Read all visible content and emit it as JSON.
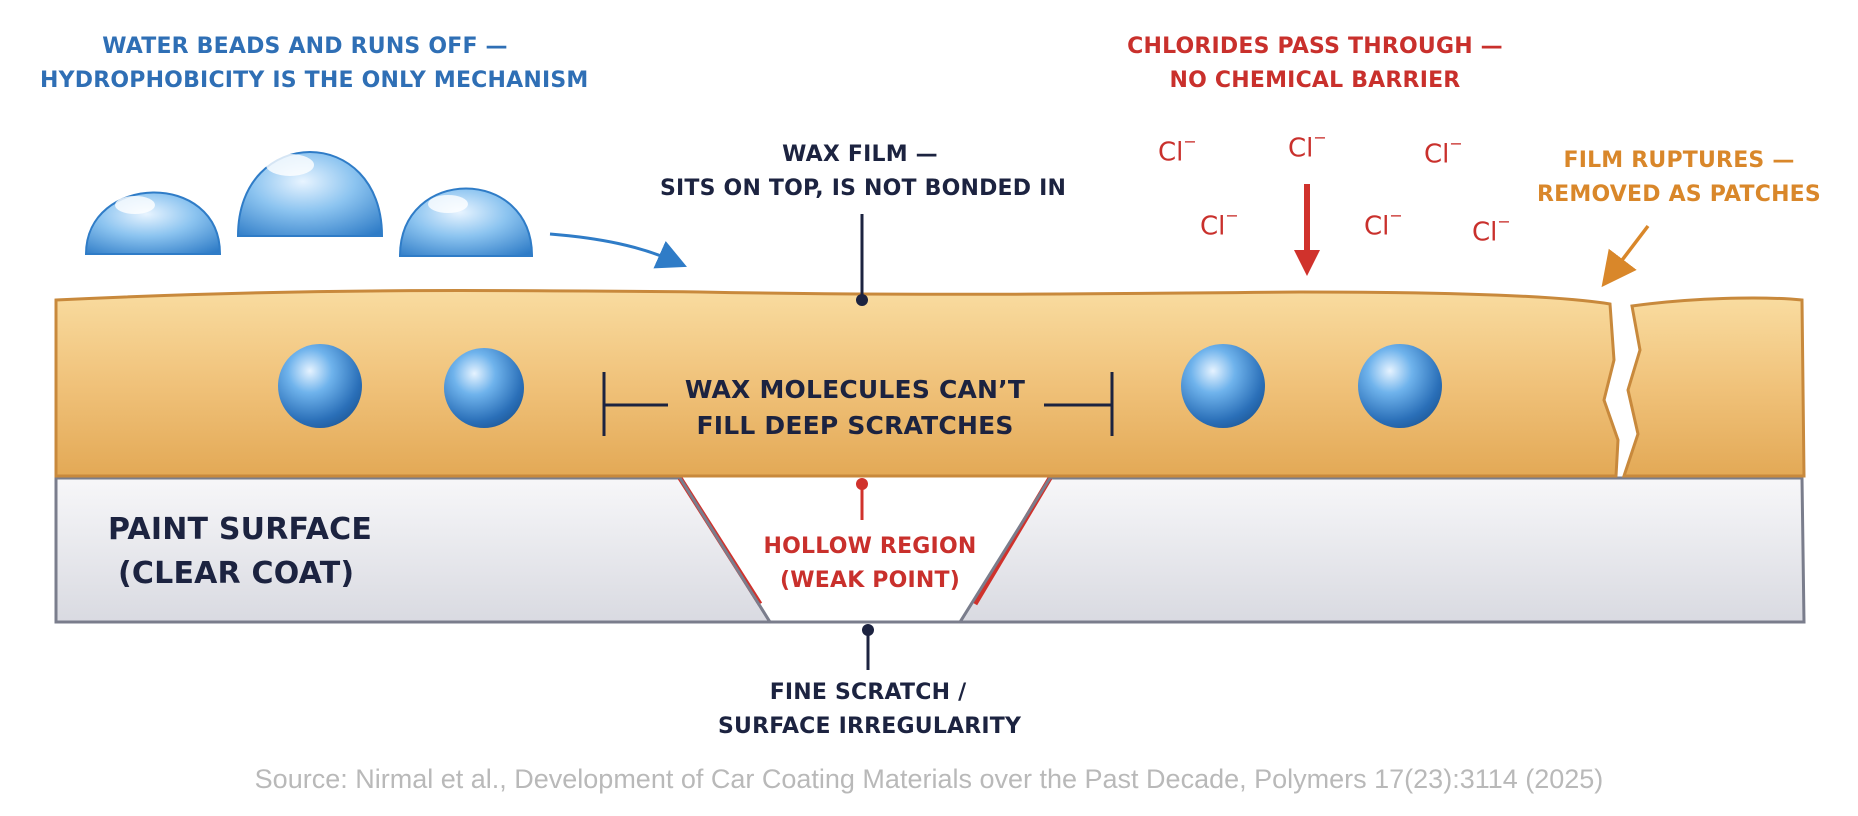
{
  "labels": {
    "water_line1": "WATER BEADS AND RUNS OFF —",
    "water_line2": "HYDROPHOBICITY IS THE ONLY MECHANISM",
    "chlorides_line1": "CHLORIDES PASS THROUGH —",
    "chlorides_line2": "NO CHEMICAL BARRIER",
    "wax_film_line1": "WAX FILM —",
    "wax_film_line2": "SITS ON TOP, IS NOT BONDED IN",
    "rupture_line1": "FILM RUPTURES —",
    "rupture_line2": "REMOVED AS PATCHES",
    "molecules_line1": "WAX MOLECULES CAN’T",
    "molecules_line2": "FILL DEEP SCRATCHES",
    "paint_line1": "PAINT SURFACE",
    "paint_line2": "(CLEAR COAT)",
    "hollow_line1": "HOLLOW REGION",
    "hollow_line2": "(WEAK POINT)",
    "scratch_line1": "FINE SCRATCH /",
    "scratch_line2": "SURFACE IRREGULARITY"
  },
  "ions": {
    "symbol": "Cl",
    "charge": "−"
  },
  "source": "Source: Nirmal et al., Development of Car Coating Materials over the Past Decade, Polymers 17(23):3114 (2025)",
  "colors": {
    "blue_label": "#2f6fb5",
    "navy_label": "#1c2340",
    "red_label": "#c9302c",
    "orange_label": "#d9872a",
    "wax": "#f0c27a",
    "paint": "#e8e9ee",
    "droplet": "#4a94d6",
    "source_text": "#b9b9b9"
  }
}
